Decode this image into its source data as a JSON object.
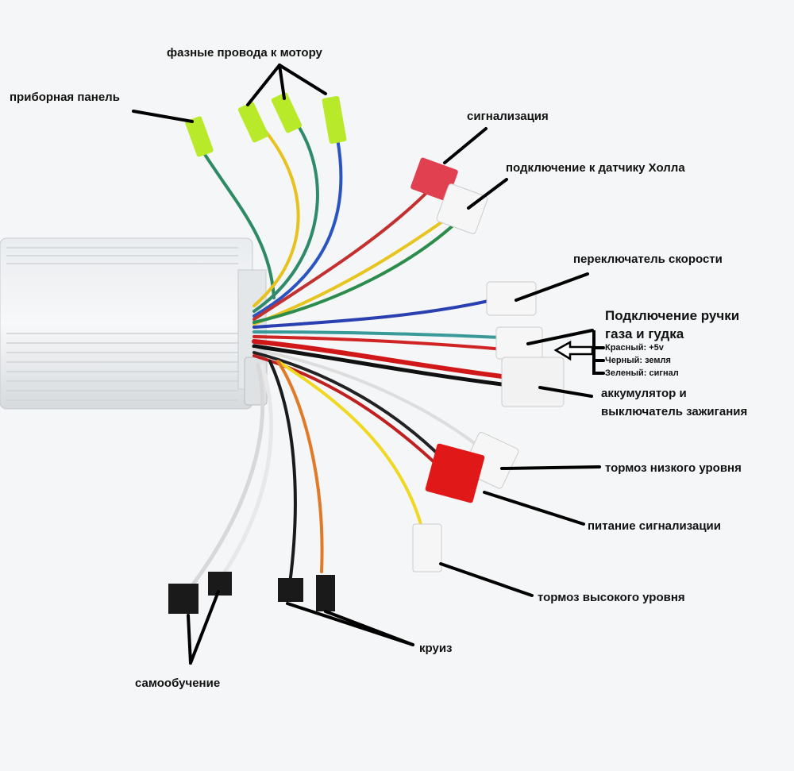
{
  "labels": {
    "phase_wires": "фазные провода к мотору",
    "dashboard": "приборная панель",
    "alarm": "сигнализация",
    "hall_sensor": "подключение к датчику Холла",
    "speed_switch": "переключатель скорости",
    "throttle_line1": "Подключение ручки",
    "throttle_line2": "газа и гудка",
    "throttle_red": "Красный: +5v",
    "throttle_black": "Черный: земля",
    "throttle_green": "Зеленый: сигнал",
    "battery_line1": "аккумулятор и",
    "battery_line2": "выключатель зажигания",
    "brake_low": "тормоз низкого уровня",
    "alarm_power": "питание сигнализации",
    "brake_high": "тормоз высокого уровня",
    "cruise": "круиз",
    "self_learning": "самообучение"
  }
}
